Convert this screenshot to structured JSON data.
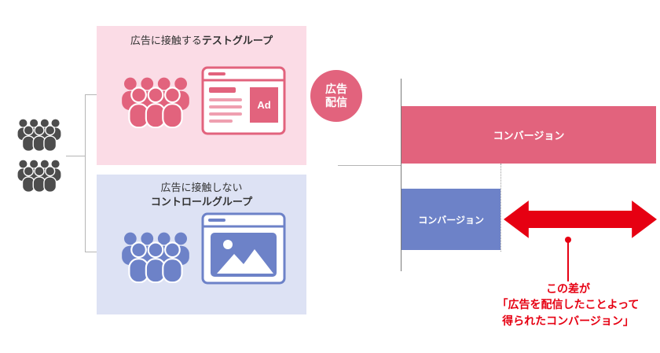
{
  "diagram": {
    "test_group": {
      "title_prefix": "広告に接触する",
      "title_bold": "テストグループ",
      "browser": {
        "ad_label": "Ad"
      }
    },
    "control_group": {
      "title_line1": "広告に接触しない",
      "title_bold": "コントロールグループ"
    },
    "delivery_badge": {
      "line1": "広告",
      "line2": "配信"
    },
    "chart": {
      "bars": [
        {
          "label": "コンバージョン",
          "color": "#e2637d",
          "width_pct": 100
        },
        {
          "label": "コンバージョン",
          "color": "#6d82c8",
          "width_pct": 39
        }
      ]
    },
    "annotation": {
      "line1": "この差が",
      "line2": "「広告を配信したことよって",
      "line3": "得られたコンバージョン」"
    },
    "icons": {
      "crowd": "people-group",
      "arrow": "double-headed-arrow"
    },
    "colors": {
      "pink": "#e2637d",
      "pink_bg": "#fbdce6",
      "blue": "#6d82c8",
      "blue_bg": "#dde2f4",
      "red": "#e60012",
      "gray": "#4d4d4d"
    }
  }
}
